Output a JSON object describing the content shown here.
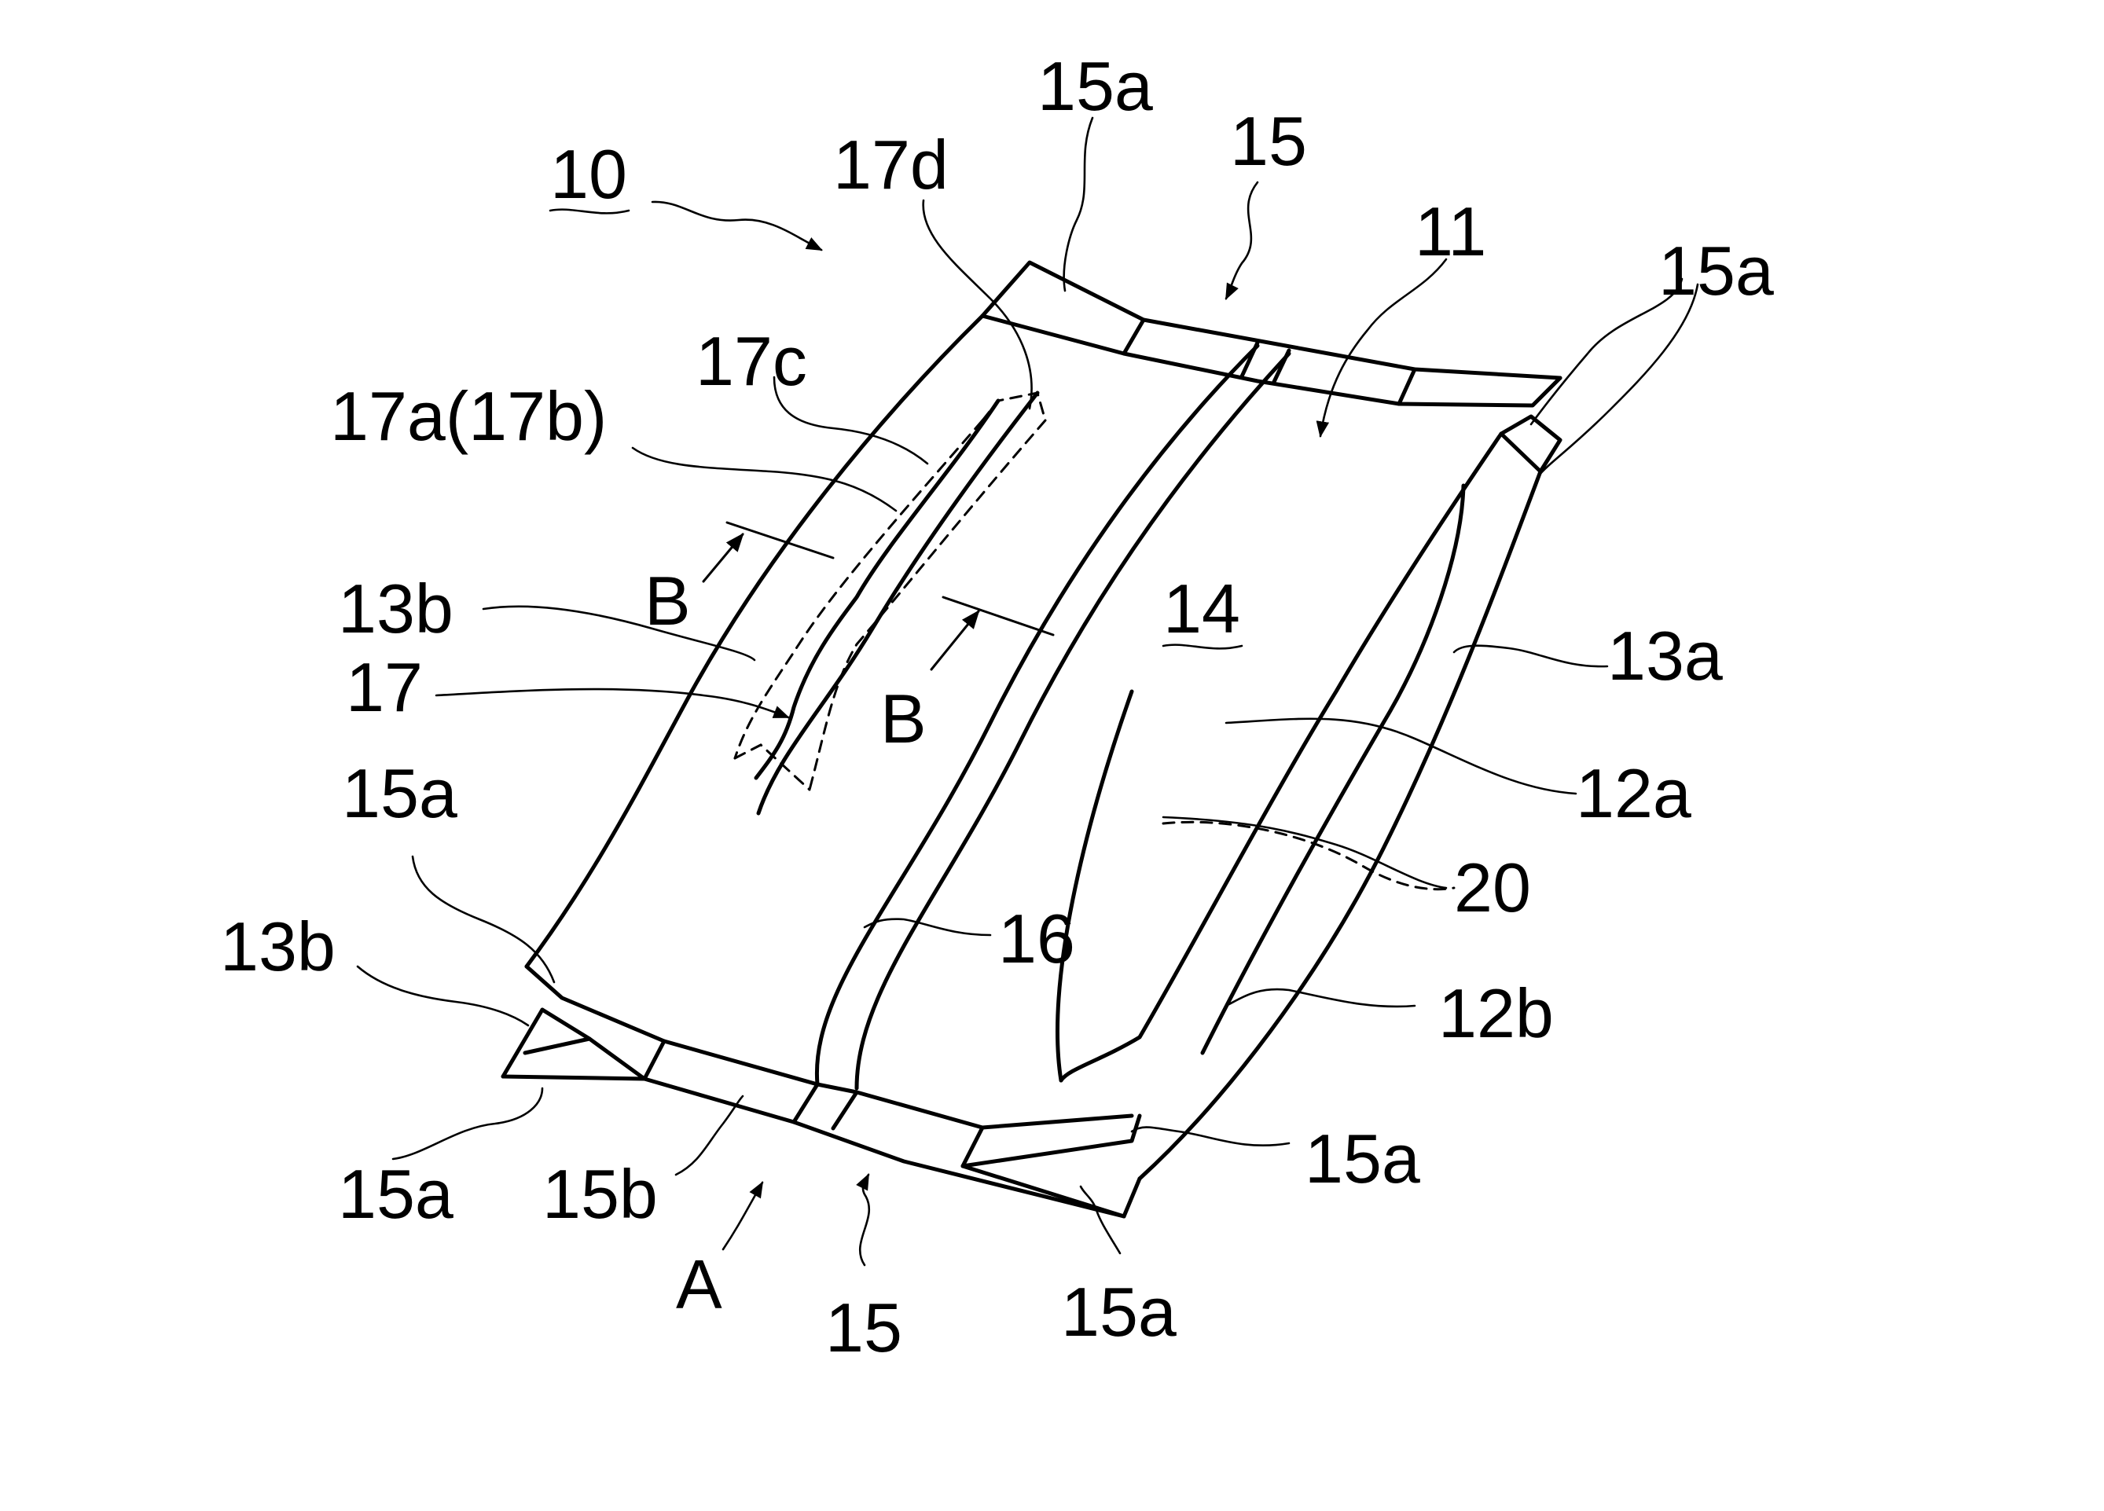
{
  "labels": {
    "ref_10": "10",
    "ref_11": "11",
    "ref_12a": "12a",
    "ref_12b": "12b",
    "ref_13a": "13a",
    "ref_13b_upper": "13b",
    "ref_13b_lower": "13b",
    "ref_14": "14",
    "ref_15_top": "15",
    "ref_15_bottom": "15",
    "ref_15a_top": "15a",
    "ref_15a_right": "15a",
    "ref_15a_left": "15a",
    "ref_15a_bottom_left": "15a",
    "ref_15a_bottom_right_upper": "15a",
    "ref_15a_bottom_right_lower": "15a",
    "ref_15b": "15b",
    "ref_16": "16",
    "ref_17": "17",
    "ref_17a": "17a(17b)",
    "ref_17c": "17c",
    "ref_17d": "17d",
    "ref_20": "20",
    "arrow_A": "A",
    "arrow_B_left": "B",
    "arrow_B_right": "B"
  }
}
